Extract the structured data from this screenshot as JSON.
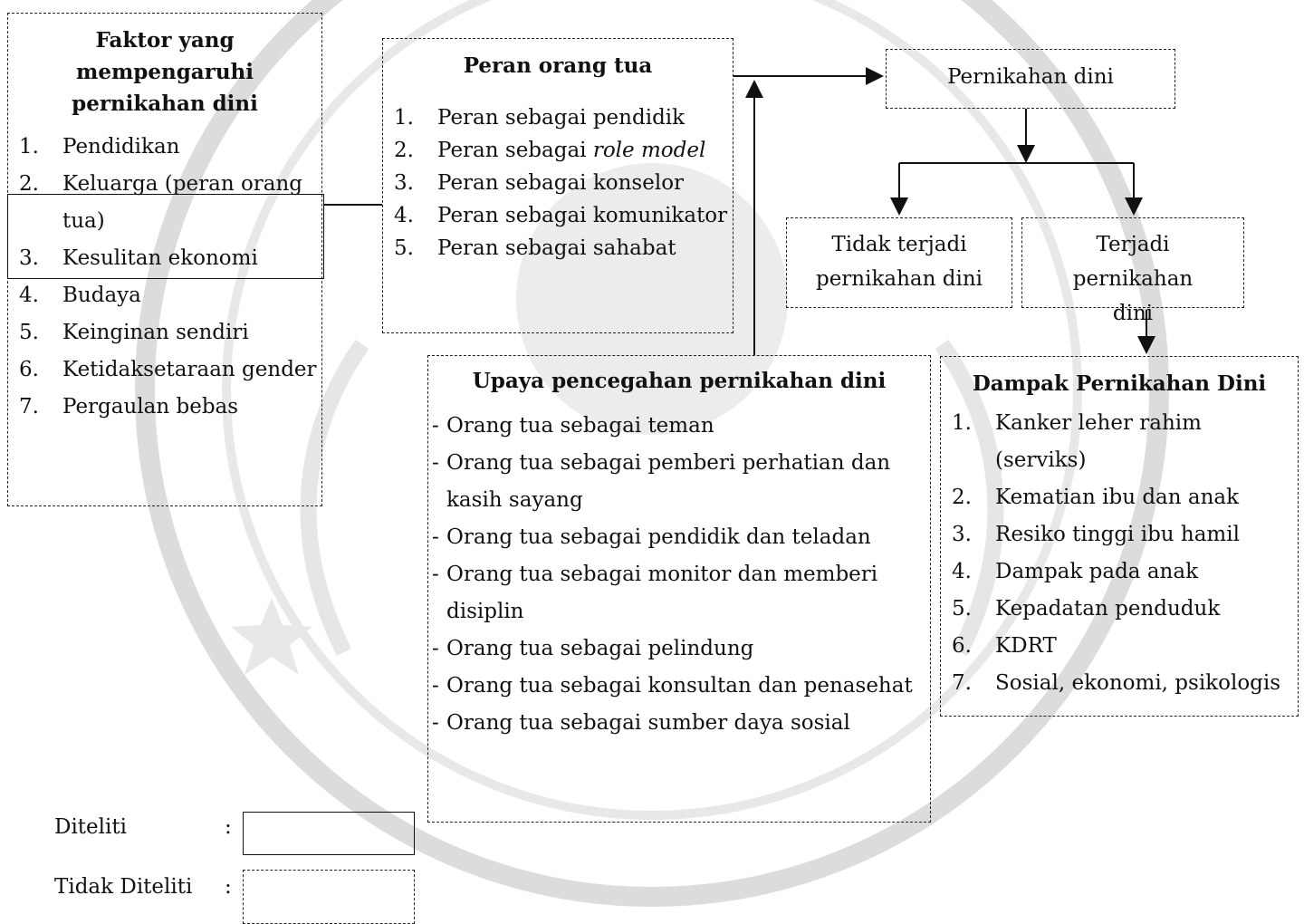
{
  "factors": {
    "title": "Faktor yang mempengaruhi pernikahan dini",
    "items": [
      {
        "num": "1.",
        "text": "Pendidikan"
      },
      {
        "num": "2.",
        "text": "Keluarga (peran orang tua)"
      },
      {
        "num": "3.",
        "text": "Kesulitan ekonomi"
      },
      {
        "num": "4.",
        "text": "Budaya"
      },
      {
        "num": "5.",
        "text": "Keinginan sendiri"
      },
      {
        "num": "6.",
        "text": "Ketidaksetaraan gender"
      },
      {
        "num": "7.",
        "text": "Pergaulan bebas"
      }
    ]
  },
  "roles": {
    "title": "Peran orang tua",
    "items": [
      {
        "num": "1.",
        "text": "Peran sebagai pendidik"
      },
      {
        "num": "2.",
        "text": "Peran sebagai ",
        "italic": "role model"
      },
      {
        "num": "3.",
        "text": "Peran sebagai konselor"
      },
      {
        "num": "4.",
        "text": "Peran sebagai komunikator"
      },
      {
        "num": "5.",
        "text": "Peran sebagai sahabat"
      }
    ]
  },
  "early_marriage": {
    "label": "Pernikahan dini"
  },
  "no_marriage": {
    "label": "Tidak terjadi pernikahan dini"
  },
  "yes_marriage": {
    "label": "Terjadi pernikahan dini"
  },
  "prevention": {
    "title": "Upaya pencegahan pernikahan dini",
    "items": [
      "Orang tua sebagai teman",
      "Orang tua sebagai pemberi perhatian dan kasih sayang",
      "Orang tua sebagai pendidik dan teladan",
      "Orang tua sebagai monitor dan memberi disiplin",
      "Orang tua sebagai pelindung",
      "Orang tua sebagai konsultan dan penasehat",
      "Orang tua sebagai sumber daya sosial"
    ]
  },
  "impacts": {
    "title": "Dampak Pernikahan Dini",
    "items": [
      {
        "num": "1.",
        "text": "Kanker leher rahim (serviks)"
      },
      {
        "num": "2.",
        "text": "Kematian ibu dan anak"
      },
      {
        "num": "3.",
        "text": "Resiko tinggi ibu hamil"
      },
      {
        "num": "4.",
        "text": "Dampak pada anak"
      },
      {
        "num": "5.",
        "text": "Kepadatan penduduk"
      },
      {
        "num": "6.",
        "text": "KDRT"
      },
      {
        "num": "7.",
        "text": "Sosial, ekonomi, psikologis"
      }
    ]
  },
  "legend": {
    "studied_label": "Diteliti",
    "not_studied_label": "Tidak Diteliti",
    "colon": ":"
  }
}
